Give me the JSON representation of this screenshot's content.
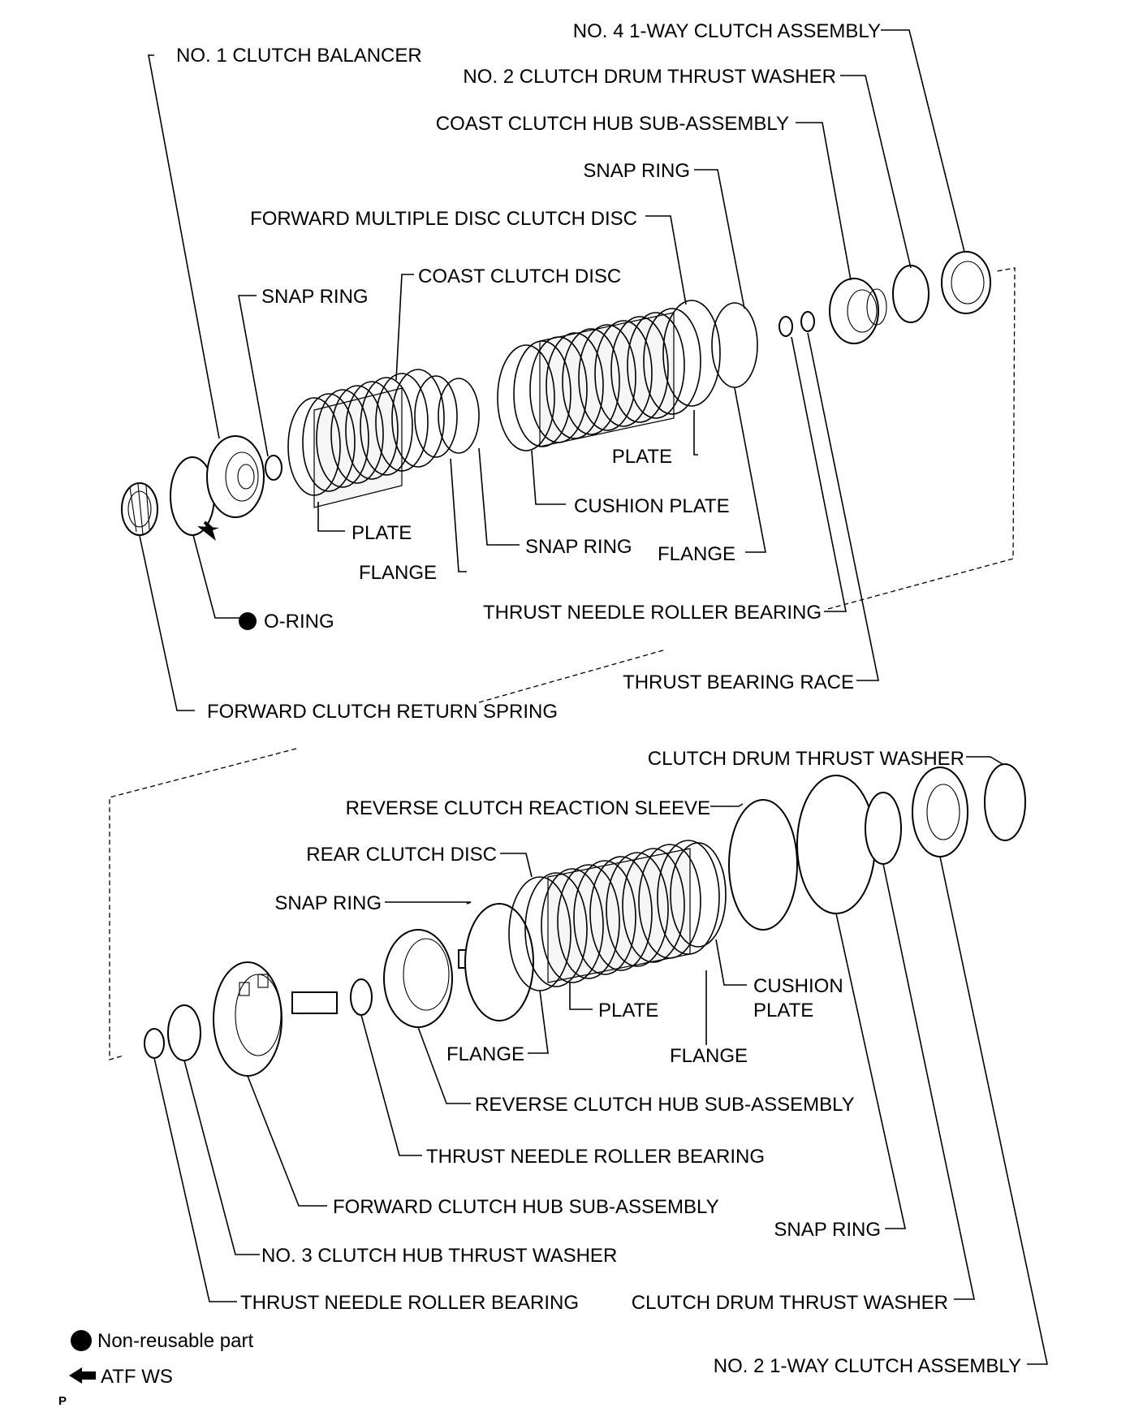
{
  "labels": {
    "no4_one_way_clutch": "NO. 4 1-WAY CLUTCH ASSEMBLY",
    "no1_clutch_balancer": "NO. 1 CLUTCH BALANCER",
    "no2_clutch_drum_thrust_washer": "NO. 2 CLUTCH DRUM THRUST WASHER",
    "coast_clutch_hub": "COAST CLUTCH HUB SUB-ASSEMBLY",
    "snap_ring_top": "SNAP RING",
    "forward_multiple_disc": "FORWARD MULTIPLE DISC CLUTCH DISC",
    "coast_clutch_disc": "COAST CLUTCH DISC",
    "snap_ring_left": "SNAP RING",
    "plate_right": "PLATE",
    "cushion_plate_top": "CUSHION PLATE",
    "plate_left": "PLATE",
    "snap_ring_mid": "SNAP RING",
    "flange_right": "FLANGE",
    "flange_left": "FLANGE",
    "thrust_needle_top": "THRUST NEEDLE ROLLER BEARING",
    "o_ring": "O-RING",
    "thrust_bearing_race": "THRUST BEARING RACE",
    "forward_return_spring": "FORWARD CLUTCH RETURN SPRING",
    "clutch_drum_thrust_washer_top": "CLUTCH DRUM THRUST WASHER",
    "reverse_reaction_sleeve": "REVERSE CLUTCH REACTION SLEEVE",
    "rear_clutch_disc": "REAR CLUTCH DISC",
    "snap_ring_lower": "SNAP RING",
    "cushion_plate_l1": "CUSHION",
    "cushion_plate_l2": "PLATE",
    "plate_lower": "PLATE",
    "flange_lower_left": "FLANGE",
    "flange_lower_right": "FLANGE",
    "reverse_clutch_hub": "REVERSE CLUTCH HUB SUB-ASSEMBLY",
    "thrust_needle_mid": "THRUST NEEDLE ROLLER BEARING",
    "forward_clutch_hub": "FORWARD CLUTCH HUB SUB-ASSEMBLY",
    "snap_ring_bottom": "SNAP RING",
    "no3_clutch_hub_thrust_washer": "NO. 3 CLUTCH HUB THRUST WASHER",
    "thrust_needle_bottom": "THRUST NEEDLE ROLLER BEARING",
    "clutch_drum_thrust_washer_bottom": "CLUTCH DRUM THRUST WASHER",
    "no2_one_way_clutch": "NO. 2 1-WAY CLUTCH ASSEMBLY"
  },
  "legend": {
    "non_reusable": "Non-reusable part",
    "atf": "ATF WS"
  },
  "corner_mark": "P"
}
